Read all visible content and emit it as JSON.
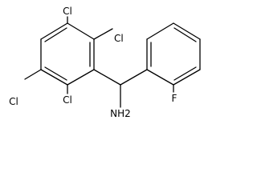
{
  "molecule": {
    "atoms": {
      "cl_top": "Cl",
      "cl_upper_right": "Cl",
      "cl_left": "Cl",
      "cl_lower": "Cl",
      "fluorine": "F",
      "amine": "NH2"
    },
    "colors": {
      "bond": "#000000",
      "background": "#ffffff"
    }
  }
}
